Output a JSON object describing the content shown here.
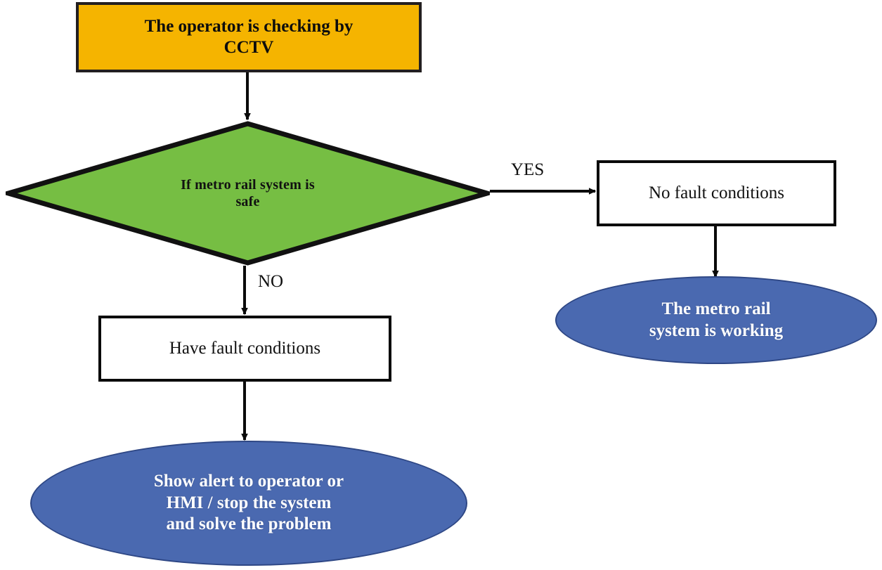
{
  "diagram": {
    "title": "Metro rail CCTV monitoring flowchart",
    "type": "flowchart",
    "background_color": "#FFFFFF",
    "nodes": [
      {
        "id": "start",
        "shape": "rectangle",
        "text": "The operator is checking by\nCCTV",
        "fill": "#F5B400",
        "stroke": "#231F20",
        "text_color": "#0D0D0D"
      },
      {
        "id": "decision",
        "shape": "diamond",
        "text": "If metro rail system is\nsafe",
        "fill": "#76BE43",
        "stroke": "#111111",
        "text_color": "#111111"
      },
      {
        "id": "nofault",
        "shape": "rectangle",
        "text": "No fault conditions",
        "fill": "#FFFFFF",
        "stroke": "#0A0A0A",
        "text_color": "#111111"
      },
      {
        "id": "havefault",
        "shape": "rectangle",
        "text": "Have fault conditions",
        "fill": "#FFFFFF",
        "stroke": "#0A0A0A",
        "text_color": "#111111"
      },
      {
        "id": "working",
        "shape": "ellipse",
        "text": "The metro rail\nsystem is working",
        "fill": "#4A69B0",
        "stroke": "#2E4785",
        "text_color": "#FFFFFF"
      },
      {
        "id": "alert",
        "shape": "ellipse",
        "text": "Show alert to operator or\nHMI / stop the system\nand solve the problem",
        "fill": "#4A69B0",
        "stroke": "#2E4785",
        "text_color": "#FFFFFF"
      }
    ],
    "edges": [
      {
        "id": "start-to-decision",
        "from": "start",
        "to": "decision",
        "label": ""
      },
      {
        "id": "decision-to-nofault",
        "from": "decision",
        "to": "nofault",
        "label": "YES"
      },
      {
        "id": "decision-to-havefault",
        "from": "decision",
        "to": "havefault",
        "label": "NO"
      },
      {
        "id": "nofault-to-working",
        "from": "nofault",
        "to": "working",
        "label": ""
      },
      {
        "id": "havefault-to-alert",
        "from": "havefault",
        "to": "alert",
        "label": ""
      }
    ]
  }
}
